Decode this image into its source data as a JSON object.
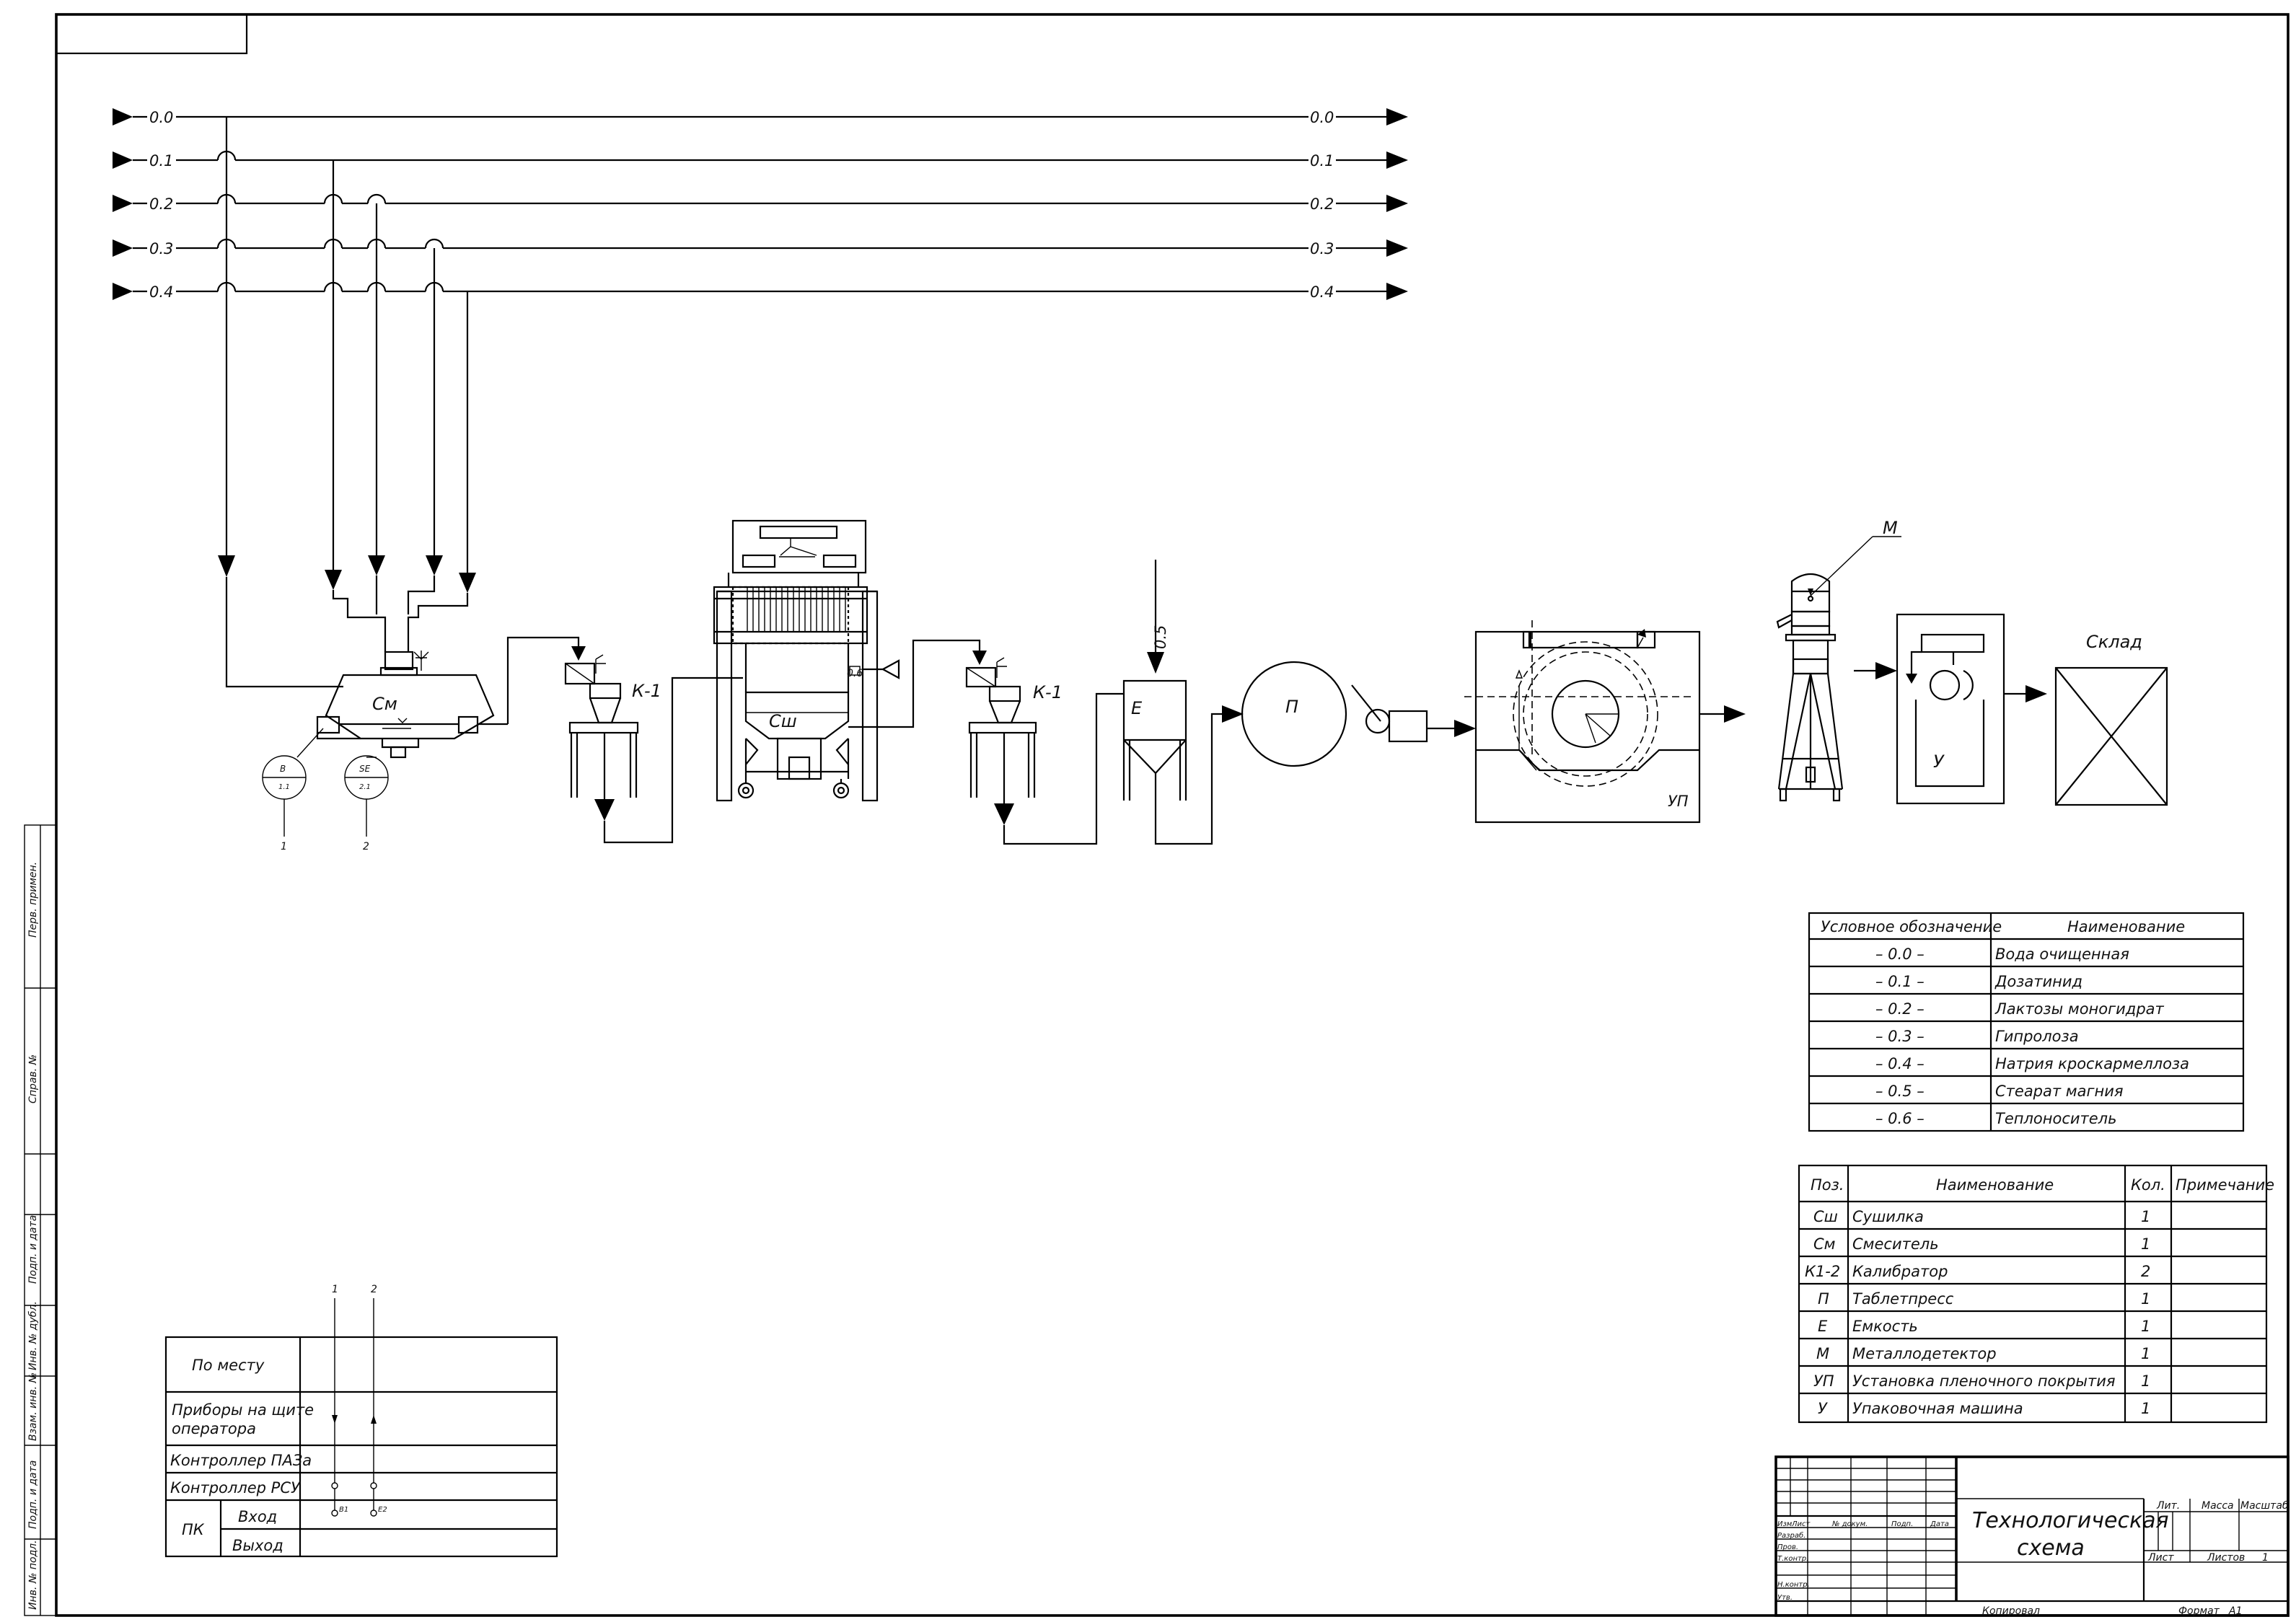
{
  "pipelines": [
    {
      "code": "0.0"
    },
    {
      "code": "0.1"
    },
    {
      "code": "0.2"
    },
    {
      "code": "0.3"
    },
    {
      "code": "0.4"
    }
  ],
  "pipeline_05_label": "0.5",
  "pipeline_06_label": "0.6",
  "equipment": {
    "mixer": "См",
    "calibrator_1": "К-1",
    "calibrator_2": "К-1",
    "dryer": "Сш",
    "container": "Е",
    "press": "П",
    "coating": "УП",
    "metal_detector": "М",
    "packing": "У",
    "warehouse": "Склад"
  },
  "instruments": [
    {
      "top": "В",
      "bottom": "1.1",
      "number": "1"
    },
    {
      "top": "SE",
      "bottom": "2.1",
      "number": "2"
    }
  ],
  "legend_table": {
    "headers": [
      "Условное обозначение",
      "Наименование"
    ],
    "rows": [
      [
        "– 0.0 –",
        "Вода очищенная"
      ],
      [
        "– 0.1 –",
        "Дозатинид"
      ],
      [
        "– 0.2 –",
        "Лактозы моногидрат"
      ],
      [
        "– 0.3 –",
        "Гипролоза"
      ],
      [
        "– 0.4 –",
        "Натрия кроскармеллоза"
      ],
      [
        "– 0.5 –",
        "Стеарат магния"
      ],
      [
        "– 0.6 –",
        "Теплоноситель"
      ]
    ]
  },
  "spec_table": {
    "headers": [
      "Поз.",
      "Наименование",
      "Кол.",
      "Примечание"
    ],
    "rows": [
      [
        "Сш",
        "Сушилка",
        "1",
        ""
      ],
      [
        "См",
        "Смеситель",
        "1",
        ""
      ],
      [
        "К1-2",
        "Калибратор",
        "2",
        ""
      ],
      [
        "П",
        "Таблетпресс",
        "1",
        ""
      ],
      [
        "Е",
        "Емкость",
        "1",
        ""
      ],
      [
        "М",
        "Металлодетектор",
        "1",
        ""
      ],
      [
        "УП",
        "Установка пленочного покрытия",
        "1",
        ""
      ],
      [
        "У",
        "Упаковочная машина",
        "1",
        ""
      ]
    ]
  },
  "control_table": {
    "column_numbers": [
      "1",
      "2"
    ],
    "rows": {
      "local": "По месту",
      "panel_1": "Приборы на щите",
      "panel_2": "оператора",
      "paz": "Контроллер ПАЗа",
      "rsu": "Контроллер РСУ",
      "pk": "ПК",
      "input": "Вход",
      "output": "Выход"
    },
    "signal_labels": [
      "B1",
      "E2"
    ]
  },
  "title_block": {
    "title_line1": "Технологическая",
    "title_line2": "схема",
    "col_izm": "Изм",
    "col_list": "Лист",
    "col_doc": "№ докум.",
    "col_sign": "Подп.",
    "col_date": "Дата",
    "razrab": "Разраб.",
    "prov": "Пров.",
    "tkontr": "Т.контр.",
    "nkontr": "Н.контр.",
    "utv": "Утв.",
    "lit": "Лит.",
    "massa": "Масса",
    "masshtab": "Масштаб",
    "sheet_label": "Лист",
    "sheets_label": "Листов",
    "sheets_count": "1",
    "copied": "Копировал",
    "format_label": "Формат",
    "format_value": "А1"
  },
  "side_stamps": [
    "Перв. примен.",
    "Справ. №",
    "Подп. и дата",
    "Инв. № дубл.",
    "Взам. инв. №",
    "Подп. и дата",
    "Инв. № подл."
  ]
}
